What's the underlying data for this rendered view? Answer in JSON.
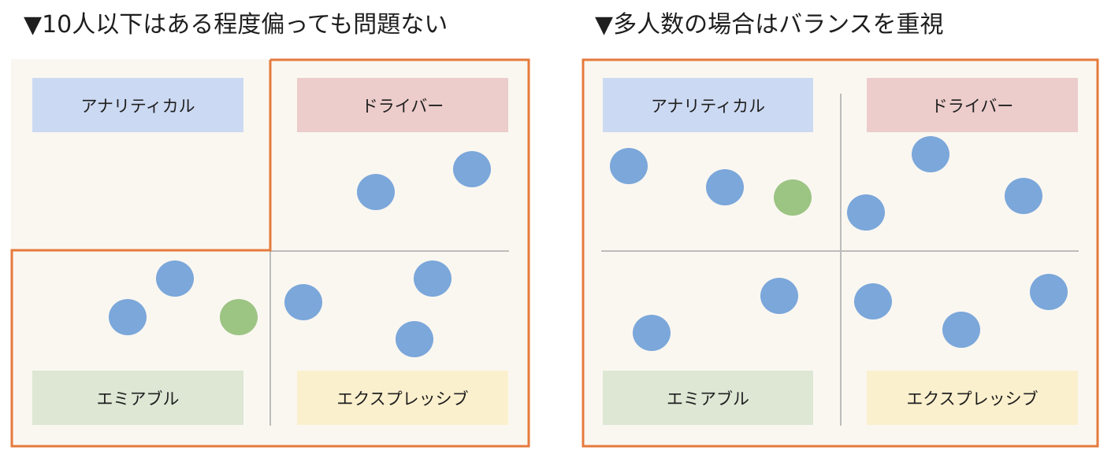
{
  "headings": {
    "left": "▼10人以下はある程度偏っても問題ない",
    "right": "▼多人数の場合はバランスを重視"
  },
  "quadrant_labels": {
    "analytical": "アナリティカル",
    "driver": "ドライバー",
    "amiable": "エミアブル",
    "expressive": "エクスプレッシブ"
  },
  "colors": {
    "outline": "#e57a3c",
    "panel_bg": "#faf7f1",
    "analytical": "#ccd9f2",
    "driver": "#eccdcb",
    "amiable": "#dde7d4",
    "expressive": "#fbf0cd",
    "person_dot": "#7ba7da",
    "highlight_dot": "#9cc483",
    "divider": "#bcbcbc"
  }
}
